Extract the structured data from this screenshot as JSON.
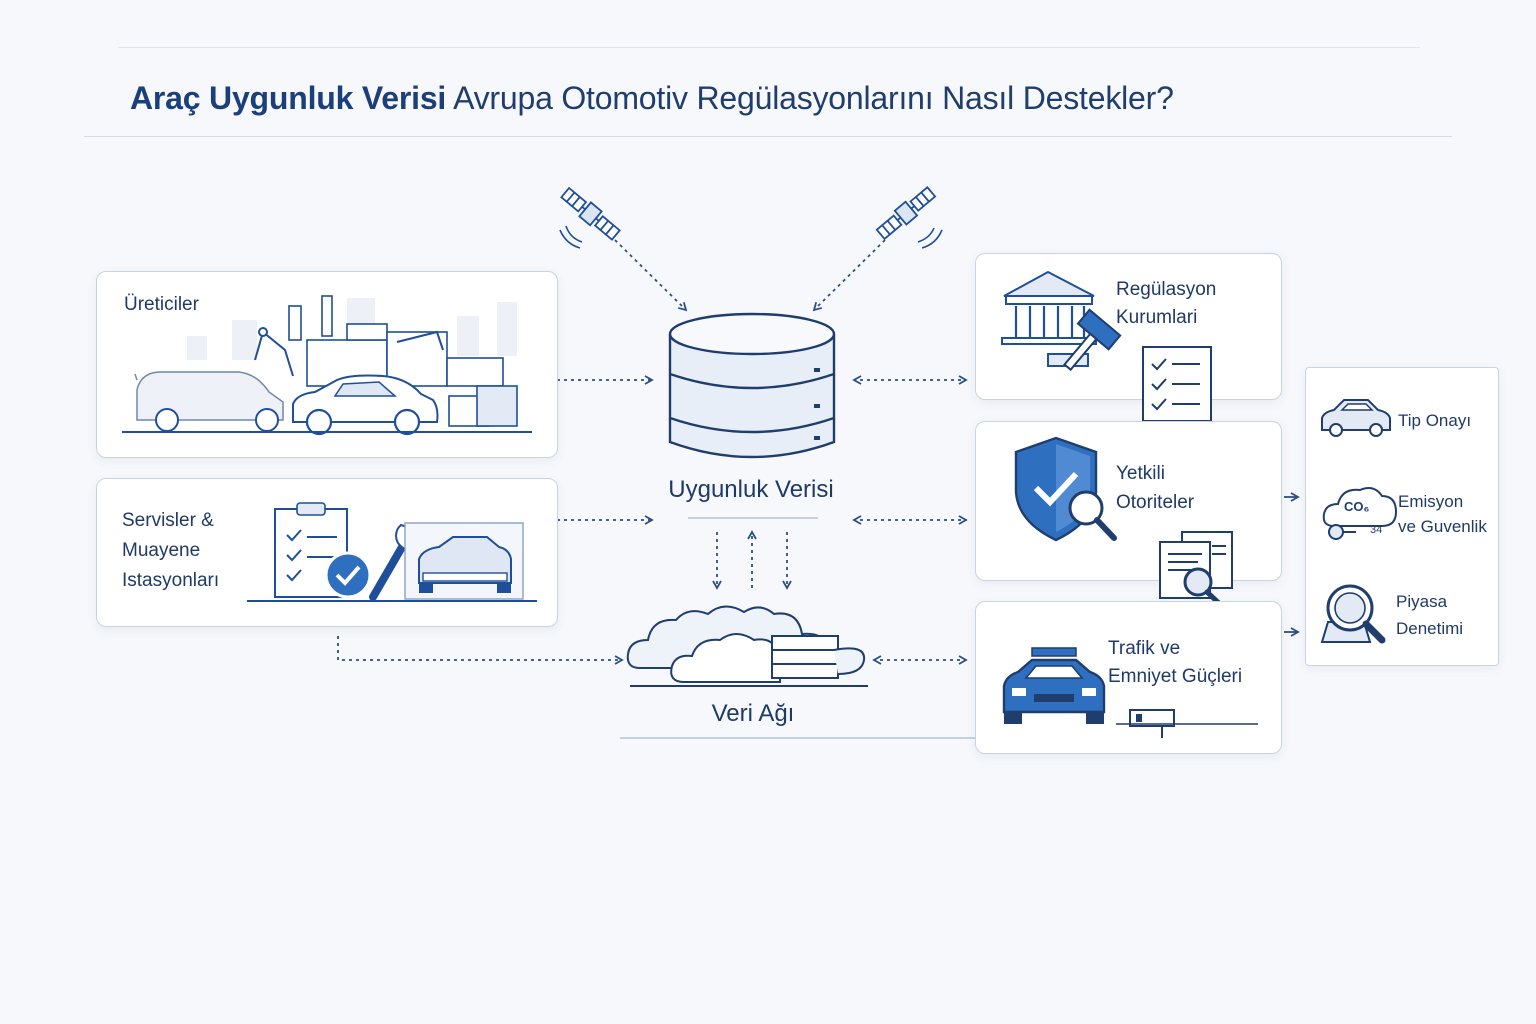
{
  "title": {
    "bold": "Araç Uygunluk Verisi",
    "rest": " Avrupa Otomotiv Regülasyonlarını Nasıl Destekler?"
  },
  "sources": {
    "manufacturers": {
      "label": "Üreticiler"
    },
    "services": {
      "line1": "Servisler &",
      "line2": "Muayene",
      "line3": "Istasyonları"
    }
  },
  "hub": {
    "database_label": "Uygunluk Verisi",
    "network_label": "Veri Ağı"
  },
  "authorities": {
    "regulators": {
      "line1": "Regülasyon",
      "line2": "Kurumlari"
    },
    "competent": {
      "line1": "Yetkili",
      "line2": "Otoriteler"
    },
    "traffic": {
      "line1": "Trafik ve",
      "line2": "Emniyet Güçleri"
    }
  },
  "outcomes": {
    "type_approval": "Tip Onayı",
    "emission_line1": "Emisyon",
    "emission_line2": "ve Guvenlik",
    "emission_icon_text": "CO₆",
    "emission_icon_sub": "34",
    "market_line1": "Piyasa",
    "market_line2": "Denetimi"
  },
  "colors": {
    "primary": "#1f4f9a",
    "accent": "#2f6fbf",
    "line": "#2b4f86",
    "card_border": "#c9d4e3",
    "light_fill": "#e3eaf5"
  }
}
